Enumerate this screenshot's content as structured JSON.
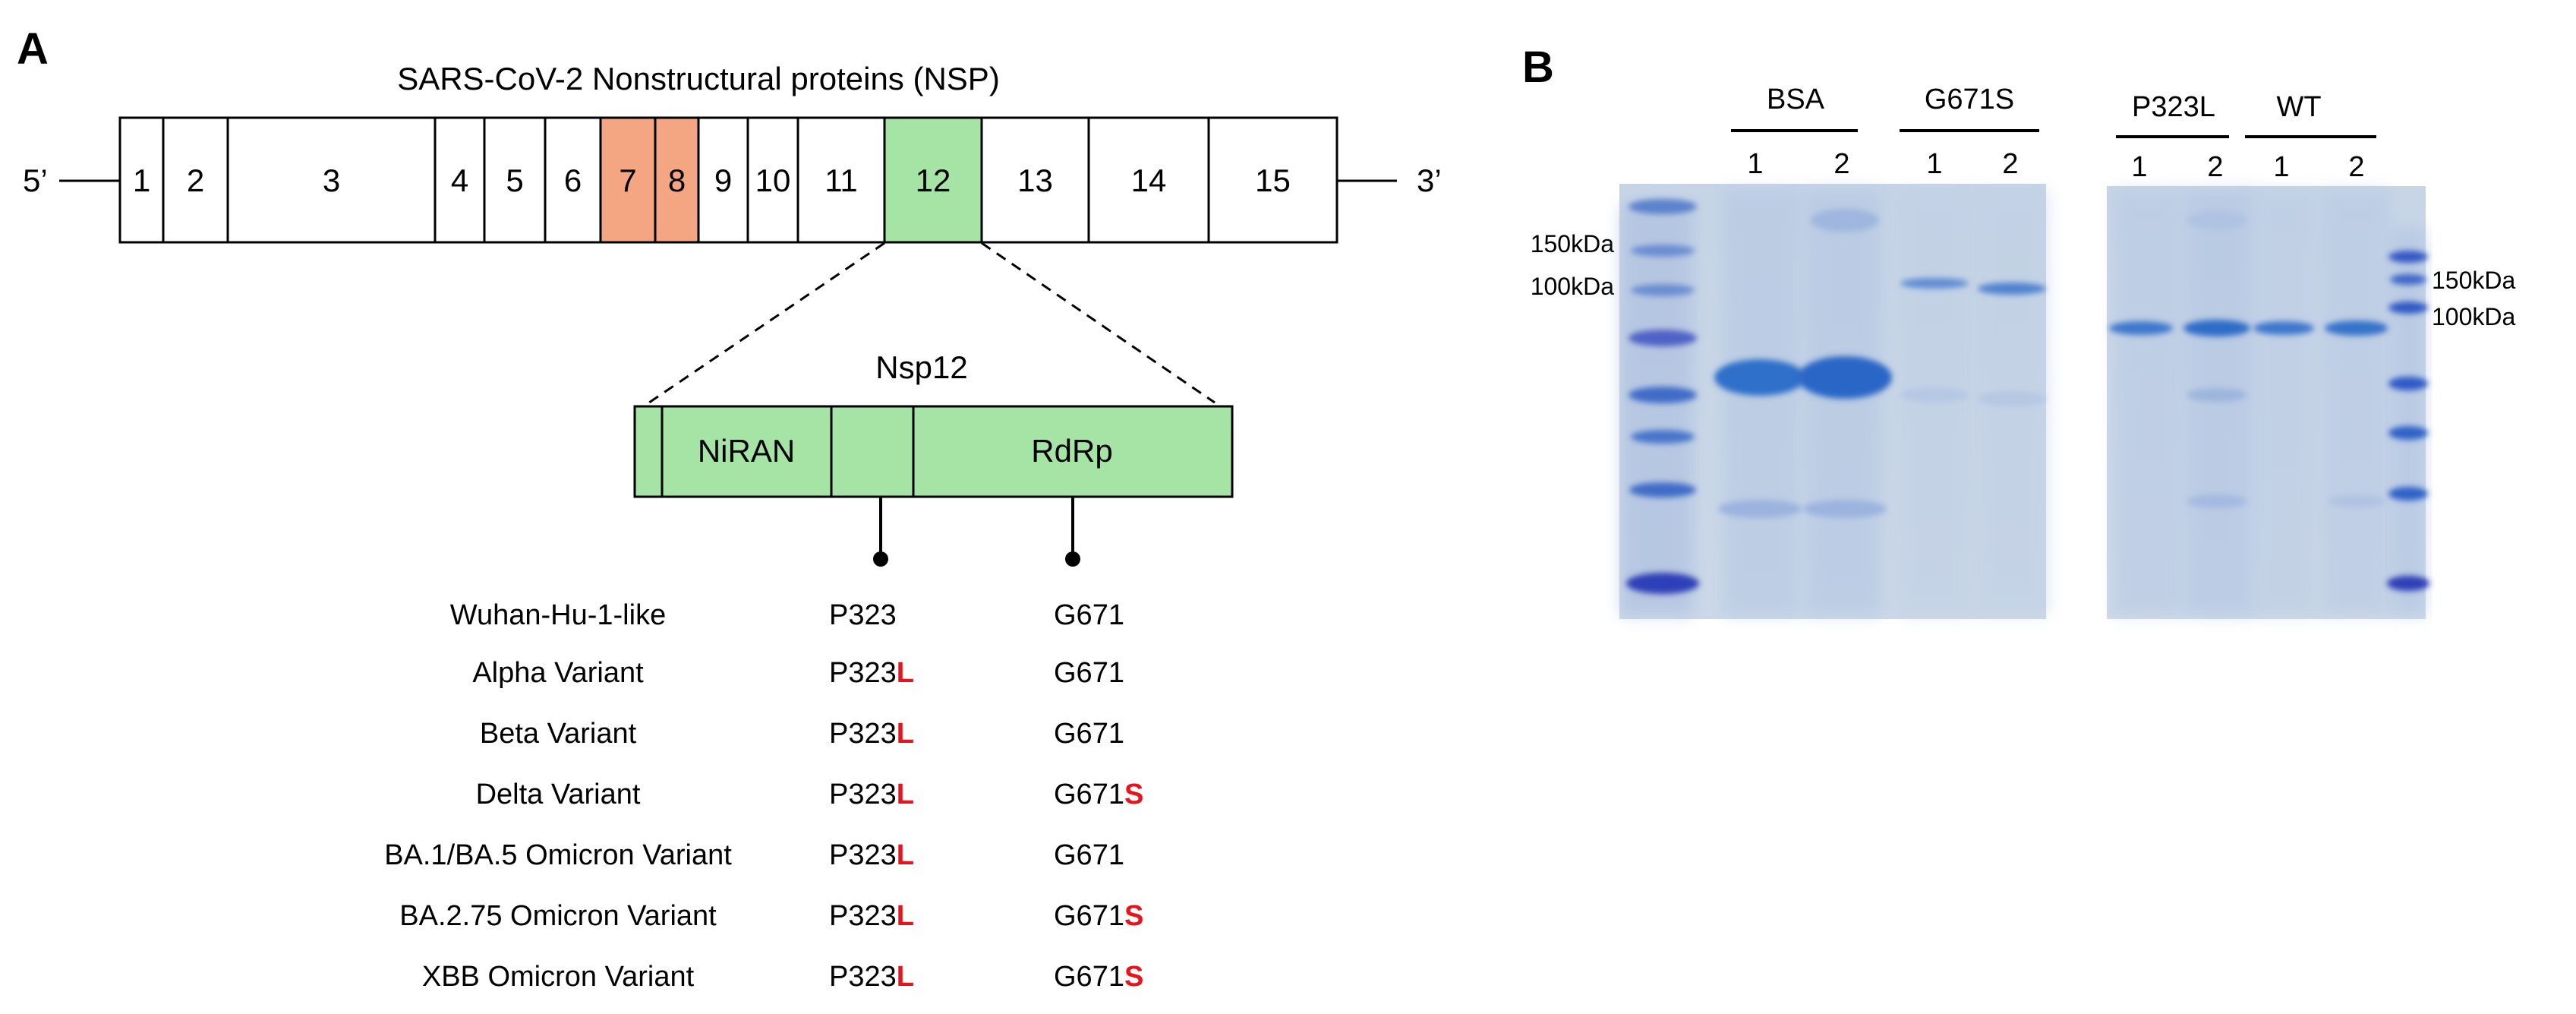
{
  "panelA": {
    "label": "A",
    "title": "SARS-CoV-2 Nonstructural proteins (NSP)",
    "five_prime": "5’",
    "three_prime": "3’",
    "segments": [
      "1",
      "2",
      "3",
      "4",
      "5",
      "6",
      "7",
      "8",
      "9",
      "10",
      "11",
      "12",
      "13",
      "14",
      "15"
    ],
    "colors": {
      "orange": "#F4A582",
      "green": "#A6E4A6",
      "red": "#E8141C",
      "stroke": "#000000"
    },
    "nsp12": {
      "title": "Nsp12",
      "domain1": "NiRAN",
      "domain2": "RdRp"
    },
    "variants": [
      {
        "name": "Wuhan-Hu-1-like",
        "p_base": "P323",
        "p_mut": "",
        "g_base": "G671",
        "g_mut": ""
      },
      {
        "name": "Alpha Variant",
        "p_base": "P323",
        "p_mut": "L",
        "g_base": "G671",
        "g_mut": ""
      },
      {
        "name": "Beta Variant",
        "p_base": "P323",
        "p_mut": "L",
        "g_base": "G671",
        "g_mut": ""
      },
      {
        "name": "Delta Variant",
        "p_base": "P323",
        "p_mut": "L",
        "g_base": "G671",
        "g_mut": "S"
      },
      {
        "name": "BA.1/BA.5 Omicron Variant",
        "p_base": "P323",
        "p_mut": "L",
        "g_base": "G671",
        "g_mut": ""
      },
      {
        "name": "BA.2.75 Omicron Variant",
        "p_base": "P323",
        "p_mut": "L",
        "g_base": "G671",
        "g_mut": "S"
      },
      {
        "name": "XBB Omicron Variant",
        "p_base": "P323",
        "p_mut": "L",
        "g_base": "G671",
        "g_mut": "S"
      }
    ]
  },
  "panelB": {
    "label": "B",
    "gel1": {
      "groups": [
        "BSA",
        "G671S"
      ],
      "lanes": [
        "1",
        "2",
        "1",
        "2"
      ],
      "markers": [
        "150kDa",
        "100kDa"
      ]
    },
    "gel2": {
      "groups": [
        "P323L",
        "WT"
      ],
      "lanes": [
        "1",
        "2",
        "1",
        "2"
      ],
      "markers": [
        "150kDa",
        "100kDa"
      ]
    },
    "gel_colors": {
      "background": "#C9D6E6",
      "band": "#2F6FCA",
      "ladder": "#2F50C8"
    }
  }
}
